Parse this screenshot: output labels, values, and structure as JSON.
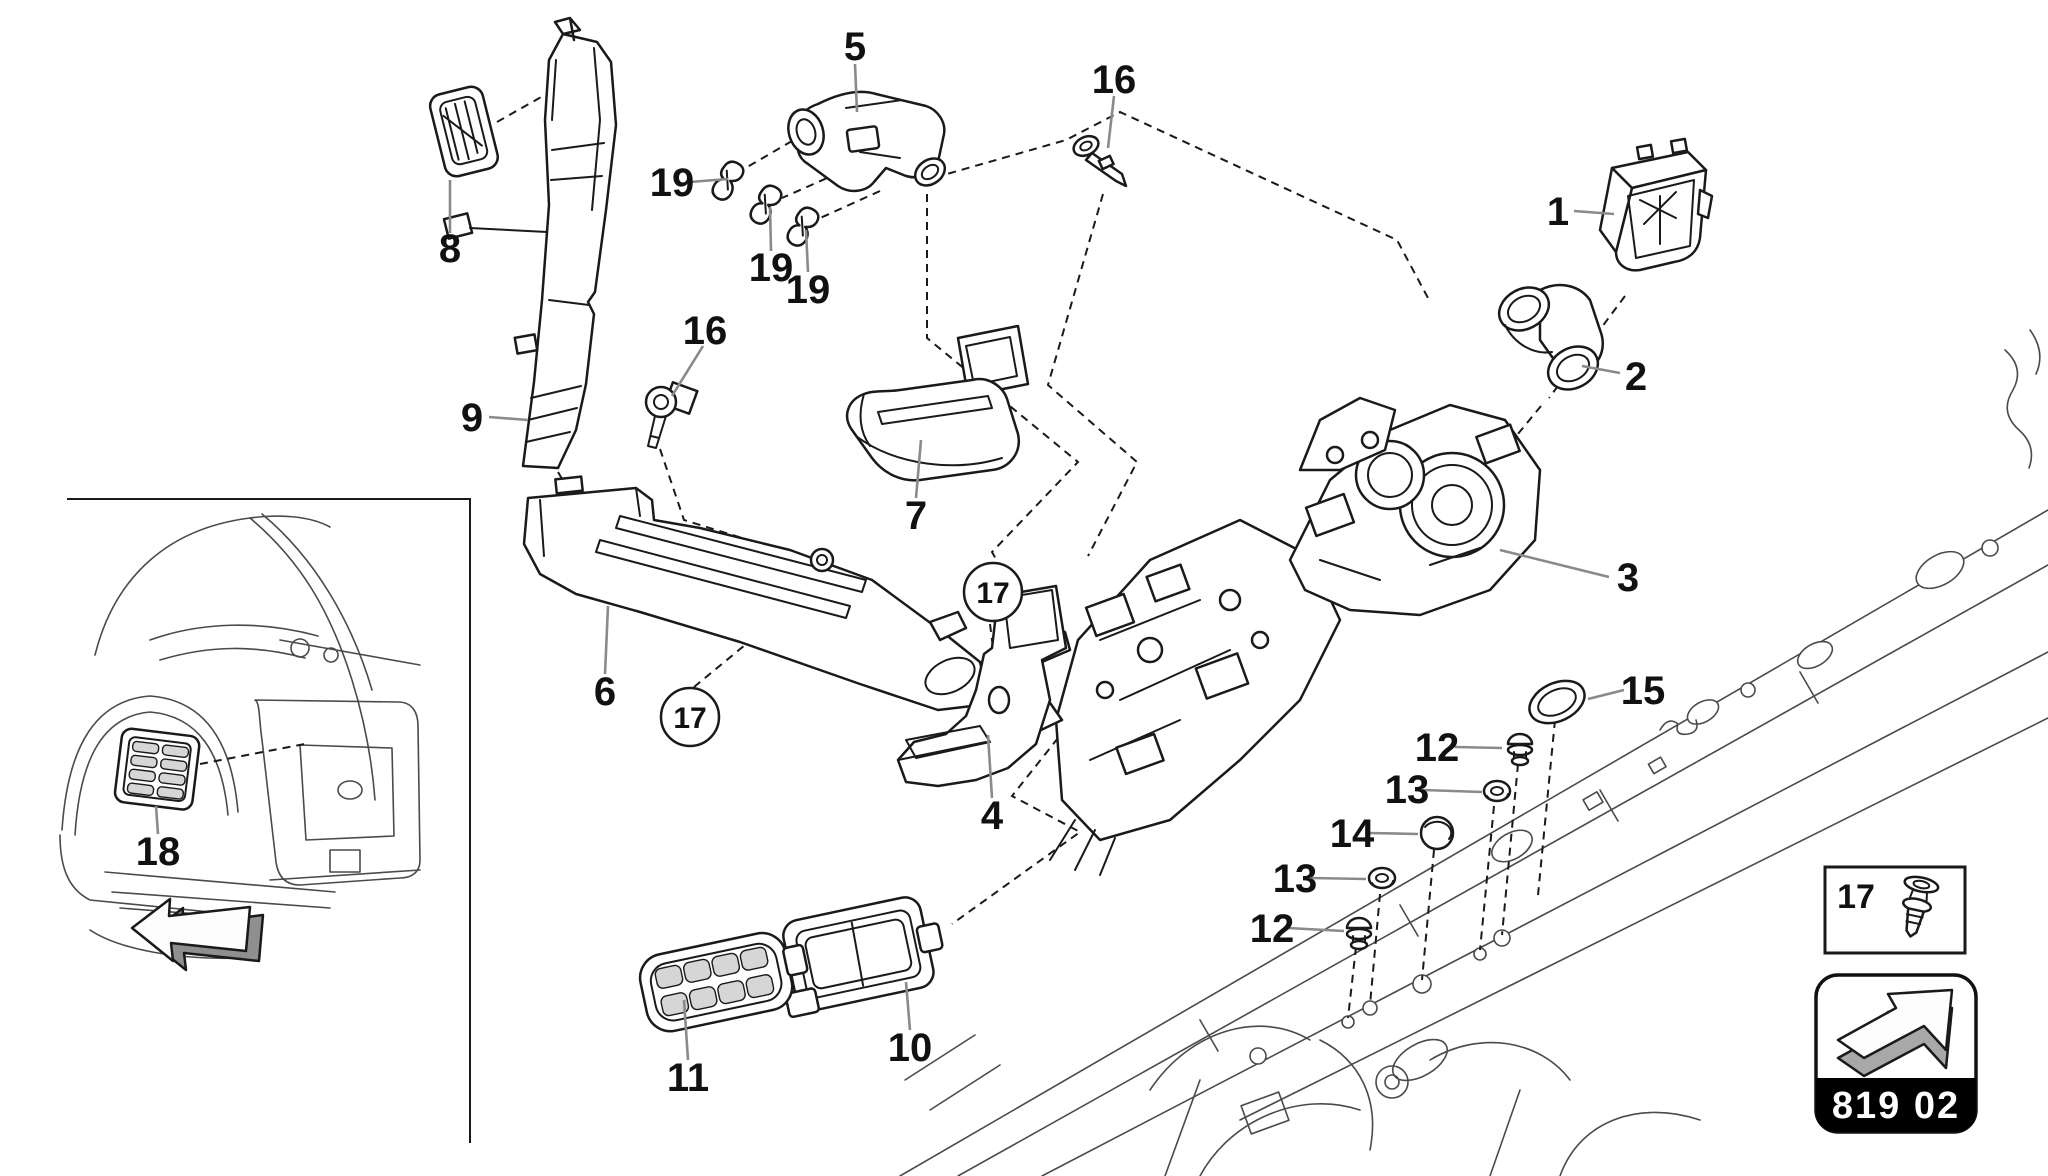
{
  "colors": {
    "background": "#ffffff",
    "line": "#1a1a1a",
    "sketch": "#4a4a4a",
    "leader": "#8a8a8a",
    "badge_bar": "#000000",
    "badge_text": "#ffffff",
    "shade_3d": "#a8a8a8"
  },
  "labels": {
    "p1": "1",
    "p2": "2",
    "p3": "3",
    "p4": "4",
    "p5": "5",
    "p6": "6",
    "p7": "7",
    "p8": "8",
    "p9": "9",
    "p10": "10",
    "p11": "11",
    "p12": "12",
    "p13": "13",
    "p14": "14",
    "p15": "15",
    "p16": "16",
    "p17": "17",
    "p18": "18",
    "p19": "19"
  },
  "detail_box": {
    "label": "17"
  },
  "nav_badge": {
    "code": "819 02"
  },
  "icons": {
    "inset_direction_arrow": "3d-arrow-left",
    "nav_badge_arrow": "3d-arrow-up-right",
    "detail_box_part_icon": "push-pin-clip"
  }
}
